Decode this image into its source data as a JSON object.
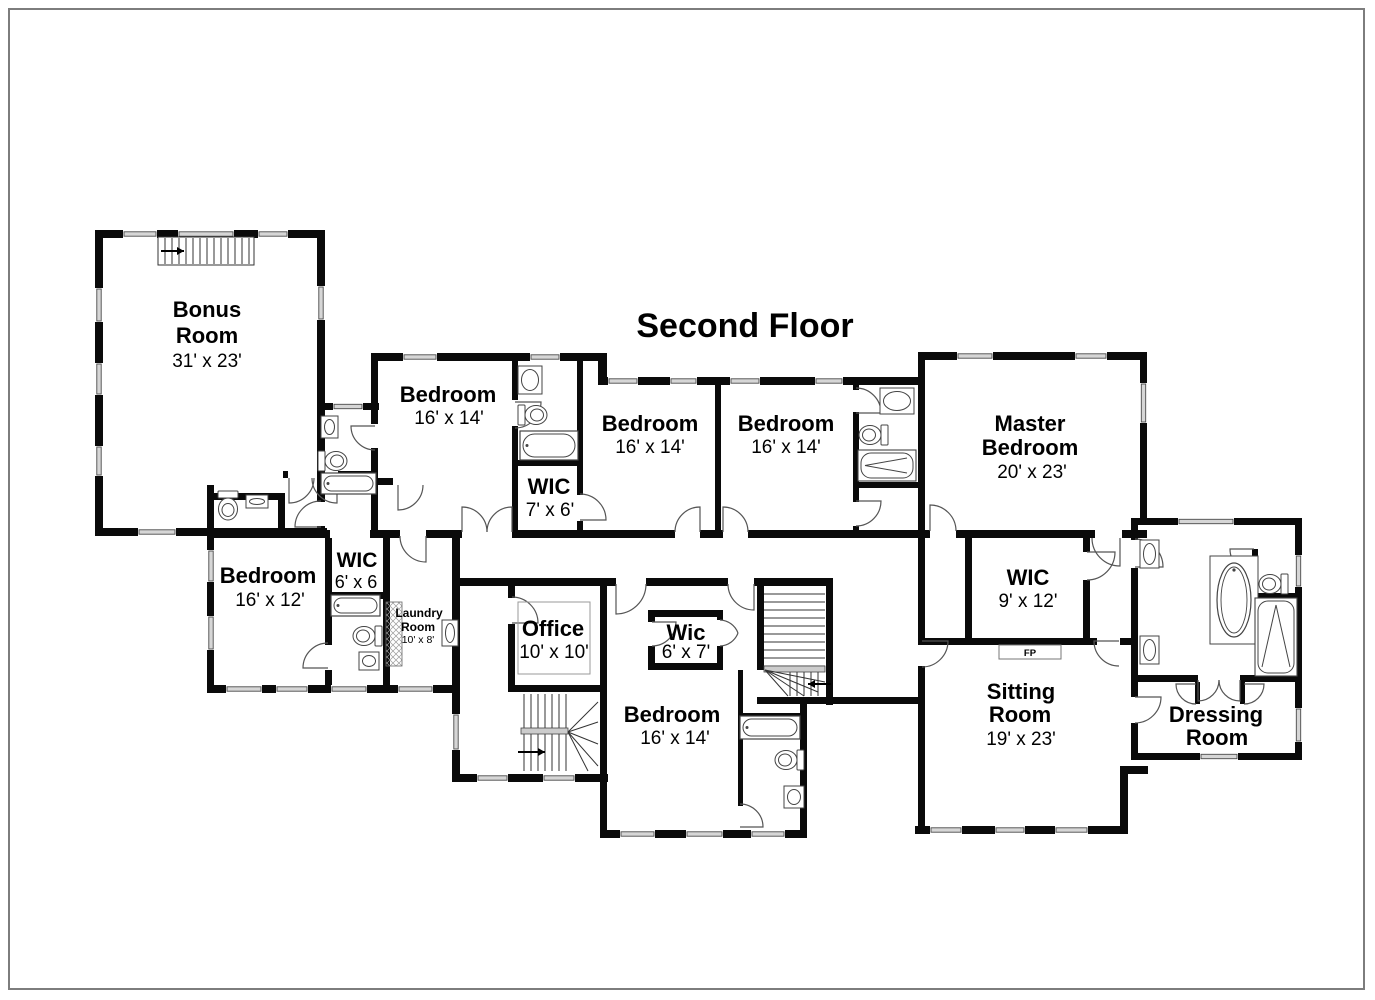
{
  "title": "Second Floor",
  "rooms": {
    "bonus": {
      "name_line1": "Bonus",
      "name_line2": "Room",
      "dims": "31' x 23'"
    },
    "bedroom_top_left": {
      "name_line1": "Bedroom",
      "dims": "16' x 14'"
    },
    "wic_top": {
      "name_line1": "WIC",
      "dims": "7' x 6'"
    },
    "bedroom_top_middle": {
      "name_line1": "Bedroom",
      "dims": "16' x 14'"
    },
    "bedroom_top_right": {
      "name_line1": "Bedroom",
      "dims": "16' x 14'"
    },
    "master_bedroom": {
      "name_line1": "Master",
      "name_line2": "Bedroom",
      "dims": "20' x 23'"
    },
    "bedroom_left": {
      "name_line1": "Bedroom",
      "dims": "16' x 12'"
    },
    "wic_left": {
      "name_line1": "WIC",
      "dims": "6' x 6"
    },
    "laundry_room": {
      "name_line1": "Laundry",
      "name_line2": "Room",
      "dims": "10' x 8'"
    },
    "office": {
      "name_line1": "Office",
      "dims": "10' x 10'"
    },
    "wic_center": {
      "name_line1": "Wic",
      "dims": "6' x 7'"
    },
    "bedroom_bottom": {
      "name_line1": "Bedroom",
      "dims": "16' x 14'"
    },
    "master_wic": {
      "name_line1": "WIC",
      "dims": "9' x 12'"
    },
    "sitting_room": {
      "name_line1": "Sitting",
      "name_line2": "Room",
      "dims": "19' x 23'"
    },
    "dressing_room": {
      "name_line1": "Dressing",
      "name_line2": "Room"
    }
  },
  "fireplace": {
    "label": "FP"
  },
  "colors": {
    "walls": "#0a0a0a",
    "background": "#ffffff",
    "border_frame": "#7d7d7d",
    "window_fill": "#d6d6d6",
    "door_arc": "#555555"
  }
}
